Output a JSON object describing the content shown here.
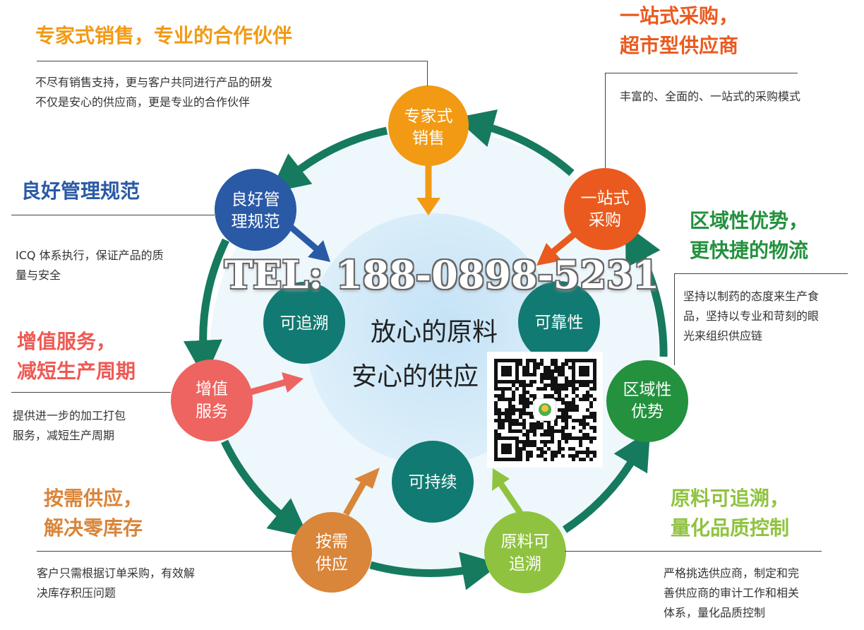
{
  "colors": {
    "ring": "#167a5e",
    "big_circle": "#d5ecf8",
    "orange": "#f29a14",
    "blue": "#2a5aa6",
    "red_orange": "#ea5a1e",
    "green": "#23913e",
    "light_green": "#8fc33f",
    "salmon": "#ee6460",
    "amber": "#d9853a",
    "teal": "#117a72"
  },
  "center": {
    "line1": "放心的原料",
    "line2": "安心的供应"
  },
  "tel": "TEL: 188-0898-5231",
  "nodes": [
    {
      "id": "expert",
      "label_lines": [
        "专家式",
        "销售"
      ],
      "color": "#f29a14"
    },
    {
      "id": "onestop",
      "label_lines": [
        "一站式",
        "采购"
      ],
      "color": "#ea5a1e"
    },
    {
      "id": "region",
      "label_lines": [
        "区域性",
        "优势"
      ],
      "color": "#23913e"
    },
    {
      "id": "trace",
      "label_lines": [
        "原料可",
        "追溯"
      ],
      "color": "#8fc33f"
    },
    {
      "id": "demand",
      "label_lines": [
        "按需",
        "供应"
      ],
      "color": "#d9853a"
    },
    {
      "id": "service",
      "label_lines": [
        "增值",
        "服务"
      ],
      "color": "#ee6460"
    },
    {
      "id": "mgmt",
      "label_lines": [
        "良好管",
        "理规范"
      ],
      "color": "#2a5aa6"
    }
  ],
  "inner_nodes": [
    {
      "id": "traceable",
      "label": "可追溯"
    },
    {
      "id": "reliable",
      "label": "可靠性"
    },
    {
      "id": "sustainable",
      "label": "可持续"
    }
  ],
  "blocks": {
    "expert": {
      "title": "专家式销售，专业的合作伙伴",
      "desc": [
        "不尽有销售支持，更与客户共同进行产品的研发",
        "不仅是安心的供应商，更是专业的合作伙伴"
      ]
    },
    "onestop": {
      "title": [
        "一站式采购，",
        "超市型供应商"
      ],
      "desc": [
        "丰富的、全面的、一站式的采购模式"
      ]
    },
    "mgmt": {
      "title": "良好管理规范",
      "desc": [
        "ICQ 体系执行，保证产品的质",
        "量与安全"
      ]
    },
    "region": {
      "title": [
        "区域性优势，",
        "更快捷的物流"
      ],
      "desc": [
        " 坚持以制药的态度来生产食",
        "品，坚持以专业和苛刻的眼",
        "光来组织供应链"
      ]
    },
    "service": {
      "title": [
        "增值服务，",
        "减短生产周期"
      ],
      "desc": [
        " 提供进一步的加工打包",
        "服务，减短生产周期"
      ]
    },
    "demand": {
      "title": [
        "按需供应，",
        "解决零库存"
      ],
      "desc": [
        " 客户只需根据订单采购，有效解",
        "决库存积压问题"
      ]
    },
    "trace": {
      "title": [
        "原料可追溯，",
        "量化品质控制"
      ],
      "desc": [
        " 严格挑选供应商，制定和完",
        "善供应商的审计工作和相关",
        "体系，量化品质控制"
      ]
    }
  }
}
